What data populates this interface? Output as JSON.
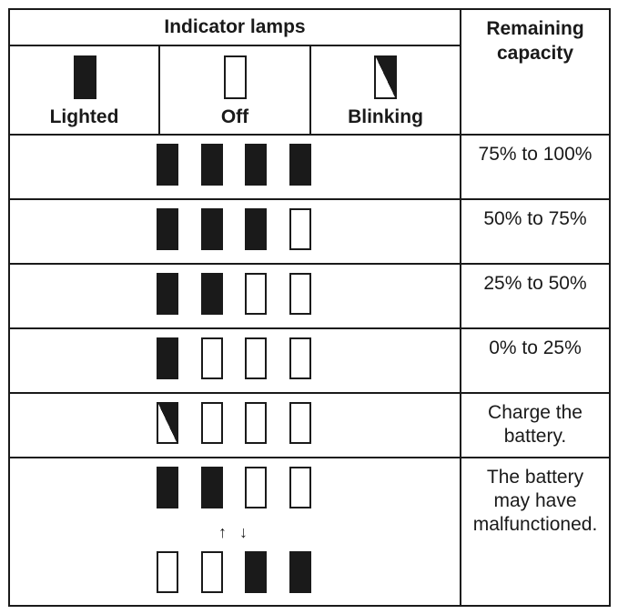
{
  "header": {
    "indicator_lamps": "Indicator lamps",
    "remaining_capacity_line1": "Remaining",
    "remaining_capacity_line2": "capacity"
  },
  "legend": {
    "lighted": "Lighted",
    "off": "Off",
    "blinking": "Blinking"
  },
  "rows": [
    {
      "lamps": [
        "on",
        "on",
        "on",
        "on"
      ],
      "capacity": [
        "75% to 100%"
      ]
    },
    {
      "lamps": [
        "on",
        "on",
        "on",
        "off"
      ],
      "capacity": [
        "50% to 75%"
      ]
    },
    {
      "lamps": [
        "on",
        "on",
        "off",
        "off"
      ],
      "capacity": [
        "25% to 50%"
      ]
    },
    {
      "lamps": [
        "on",
        "off",
        "off",
        "off"
      ],
      "capacity": [
        "0% to 25%"
      ]
    },
    {
      "lamps": [
        "blink",
        "off",
        "off",
        "off"
      ],
      "capacity": [
        "Charge the",
        "battery."
      ]
    },
    {
      "lamps": [
        "on",
        "on",
        "off",
        "off"
      ],
      "lamps_alt": [
        "off",
        "off",
        "on",
        "on"
      ],
      "arrows": [
        "↑",
        "↓"
      ],
      "capacity": [
        "The battery",
        "may have",
        "malfunctioned."
      ]
    }
  ],
  "colors": {
    "ink": "#1a1a1a",
    "background": "#ffffff"
  }
}
